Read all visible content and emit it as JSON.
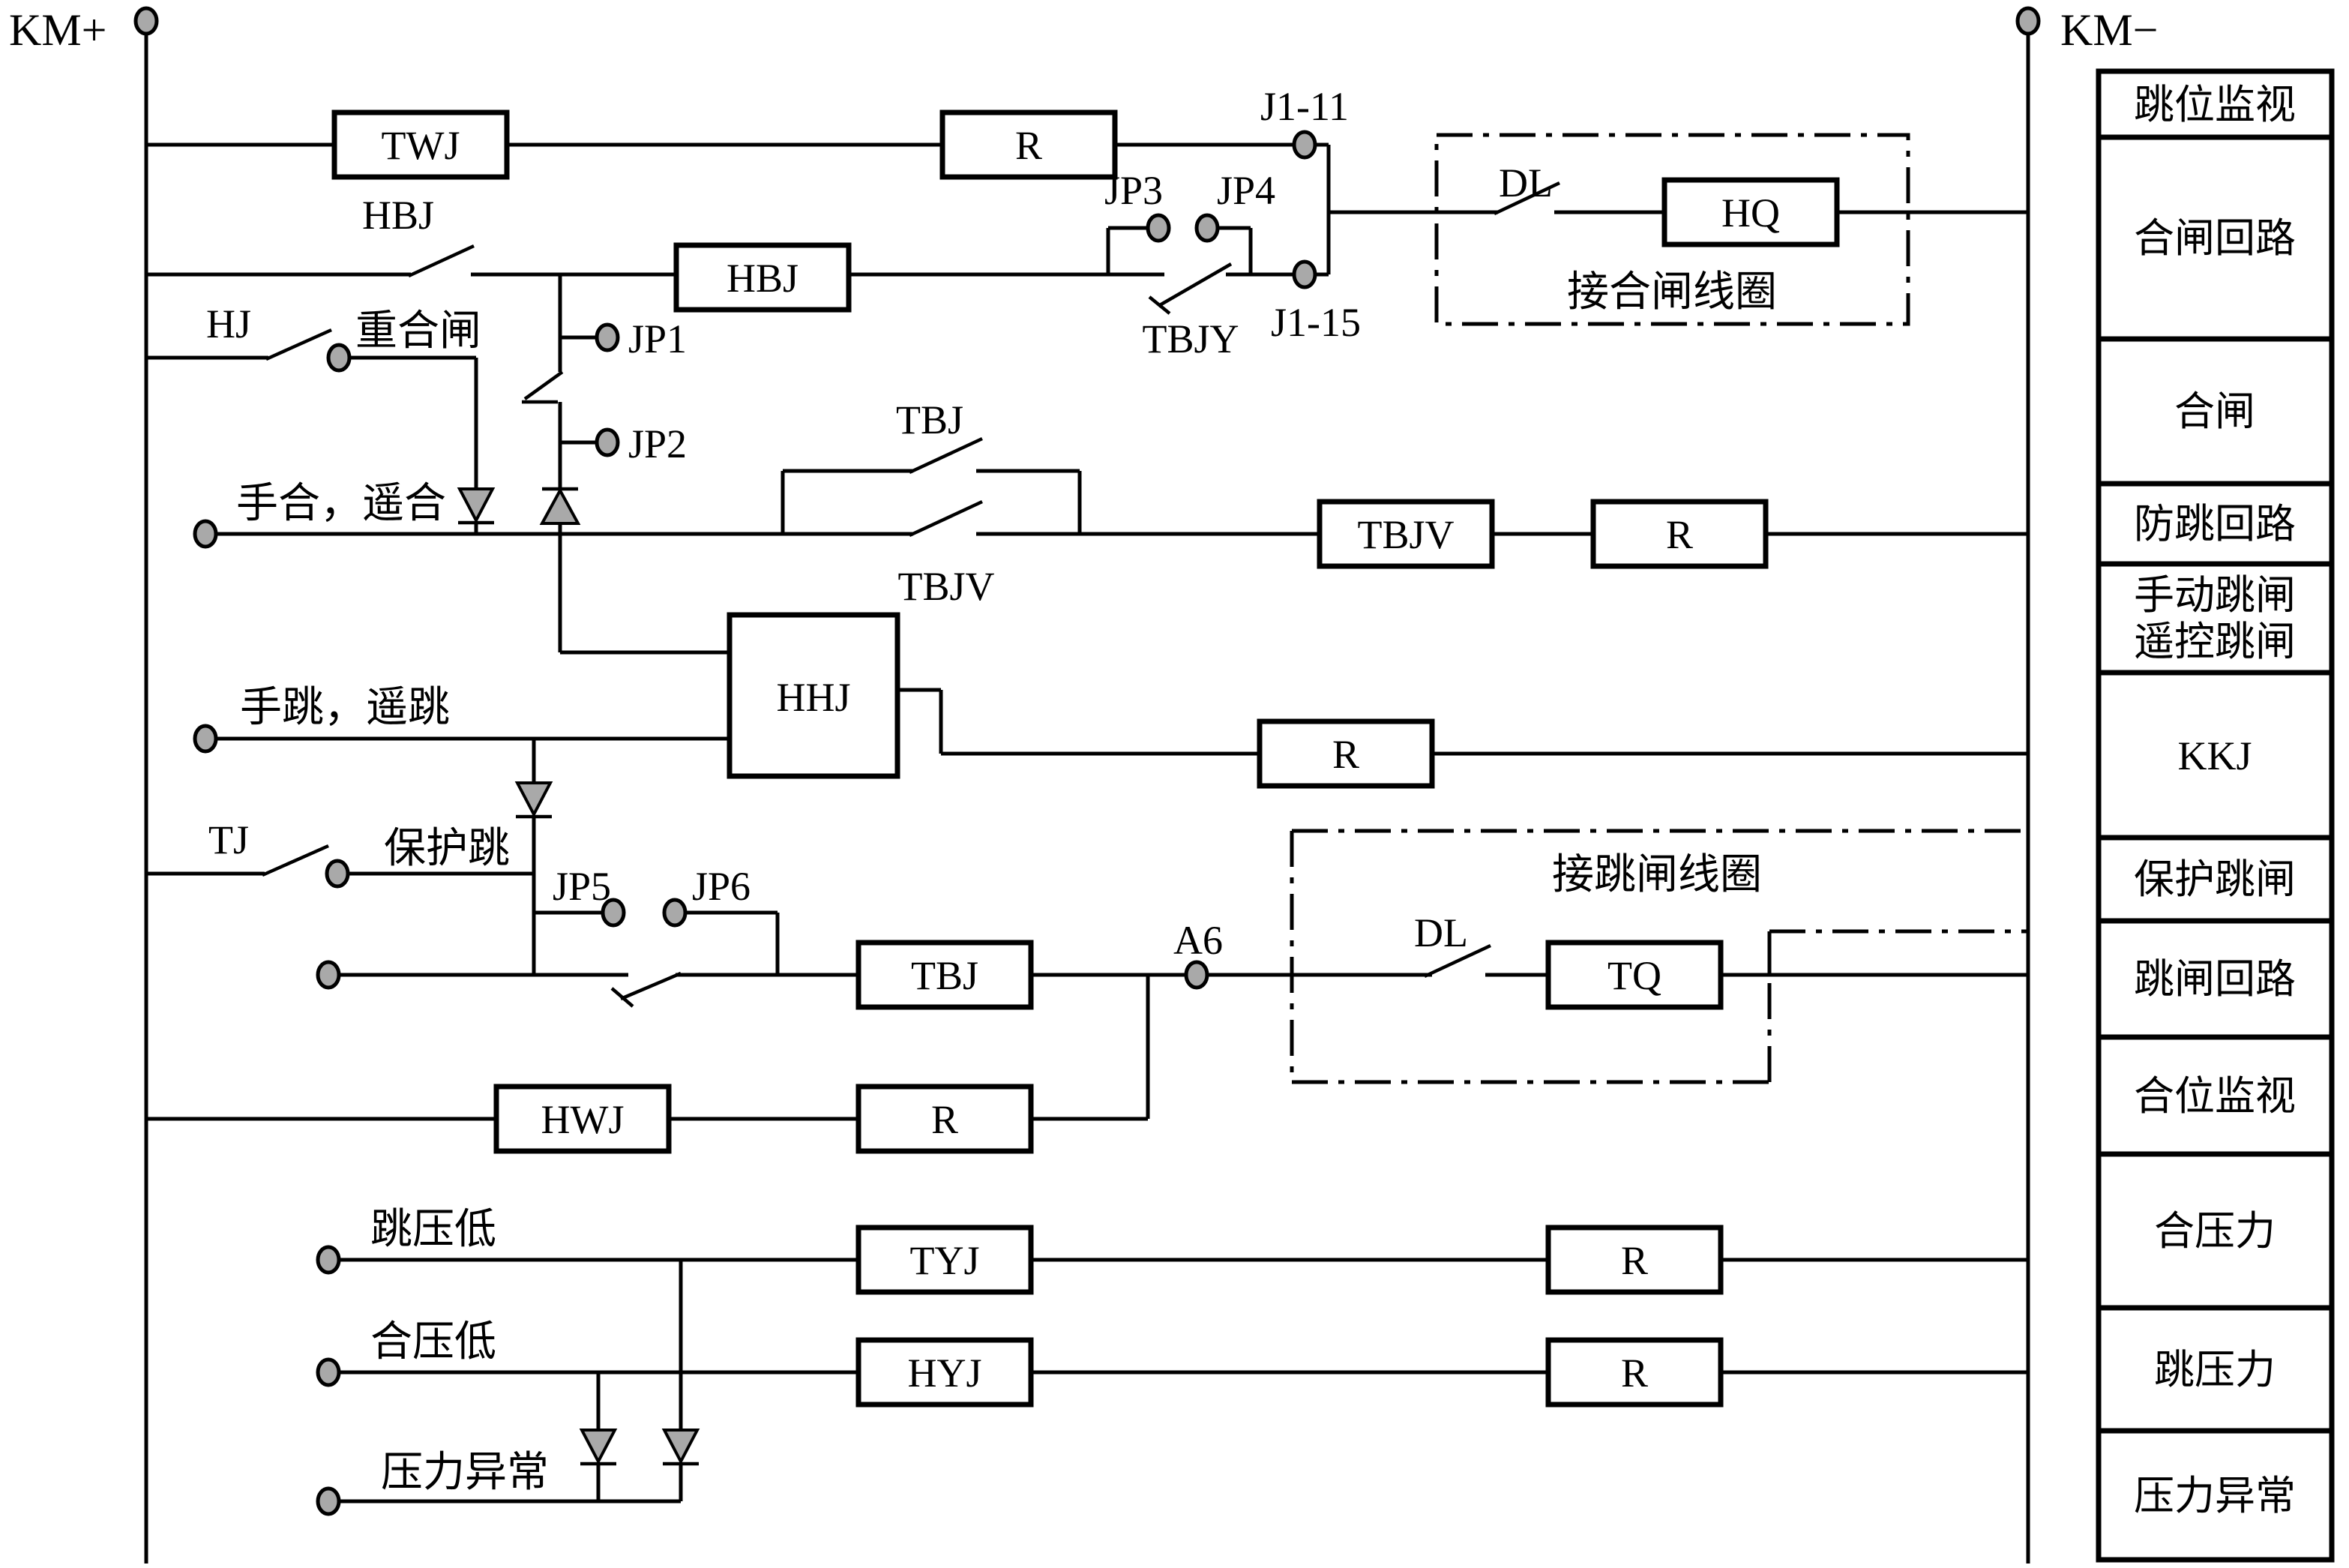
{
  "circuit": {
    "bus_left": "KM+",
    "bus_right": "KM−",
    "trip_monitor_row": {
      "relay": "TWJ",
      "resistor": "R",
      "terminal": "J1-11"
    },
    "hbj_row": {
      "contact": "HBJ",
      "relay": "HBJ",
      "jumper3": "JP3",
      "jumper4": "JP4",
      "contact2": "TBJY",
      "terminal": "J1-15"
    },
    "closing_coil_box": {
      "breaker_contact": "DL",
      "coil": "HQ",
      "caption": "接合闸线圈"
    },
    "reclose_row": {
      "contact": "HJ",
      "caption": "重合闸"
    },
    "jumper1": "JP1",
    "jumper2": "JP2",
    "manual_close_row": {
      "caption": "手合，遥合",
      "bypass_contact": "TBJ",
      "series_contact": "TBJV",
      "relay": "TBJV",
      "resistor": "R"
    },
    "manual_trip_row": {
      "caption": "手跳，遥跳",
      "relay": "HHJ",
      "resistor": "R"
    },
    "protection_trip_row": {
      "contact": "TJ",
      "caption": "保护跳",
      "jumper5": "JP5",
      "jumper6": "JP6",
      "relay": "TBJ",
      "terminal": "A6"
    },
    "trip_coil_box": {
      "breaker_contact": "DL",
      "coil": "TQ",
      "caption": "接跳闸线圈"
    },
    "close_position_row": {
      "relay": "HWJ",
      "resistor": "R"
    },
    "trip_pressure_row": {
      "caption": "跳压低",
      "relay": "TYJ",
      "resistor": "R"
    },
    "close_pressure_row": {
      "caption": "合压低",
      "relay": "HYJ",
      "resistor": "R"
    },
    "pressure_abnormal_row": {
      "caption": "压力异常"
    }
  },
  "table": {
    "rows": [
      {
        "label": "跳位监视"
      },
      {
        "label": "合闸回路"
      },
      {
        "label": "合闸"
      },
      {
        "label": "防跳回路"
      },
      {
        "label": "手动跳闸",
        "label2": "遥控跳闸"
      },
      {
        "label": "KKJ"
      },
      {
        "label": "保护跳闸"
      },
      {
        "label": "跳闸回路"
      },
      {
        "label": "合位监视"
      },
      {
        "label": "合压力"
      },
      {
        "label": "跳压力"
      },
      {
        "label": "压力异常"
      }
    ]
  }
}
